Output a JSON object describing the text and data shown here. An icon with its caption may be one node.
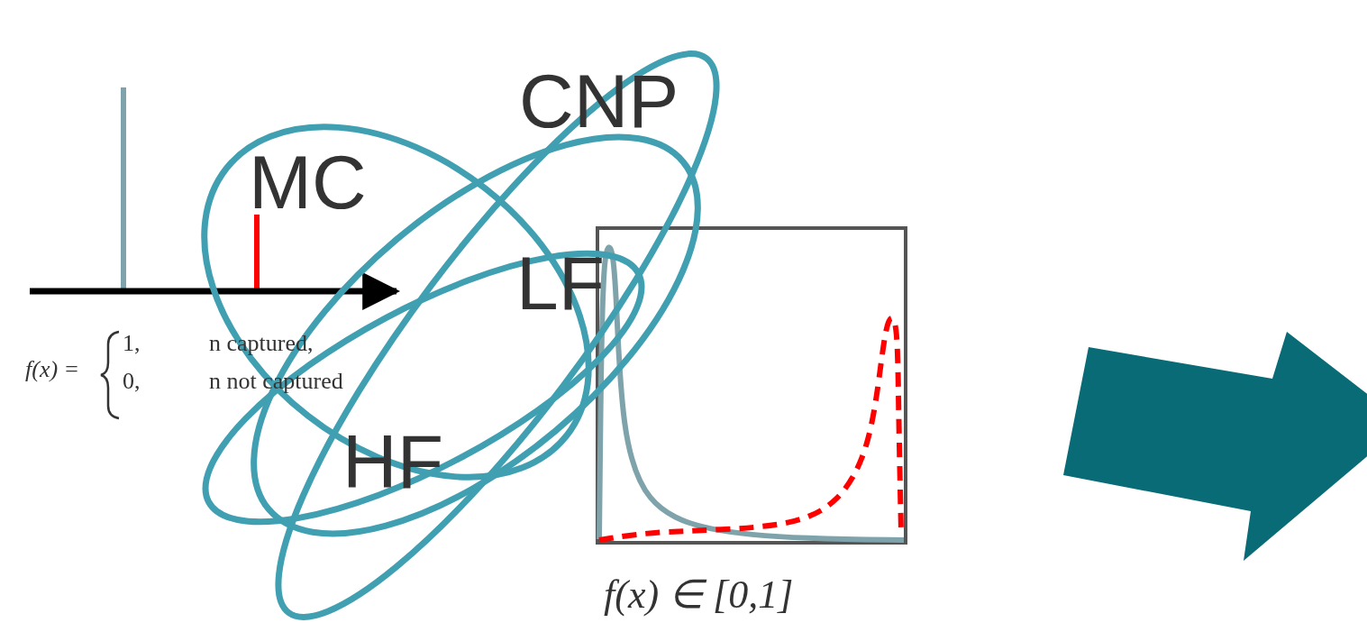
{
  "diagram": {
    "nodes": [
      {
        "text": [
          "MC"
        ]
      },
      {
        "text": [
          "CNP"
        ]
      },
      {
        "text": [
          "LF"
        ]
      },
      {
        "text": [
          "HF"
        ]
      }
    ],
    "labels": [
      "f(x) =",
      "1,",
      "n captured,",
      "0,",
      "n not captured",
      "f(x) ∈ [0,1]"
    ]
  }
}
